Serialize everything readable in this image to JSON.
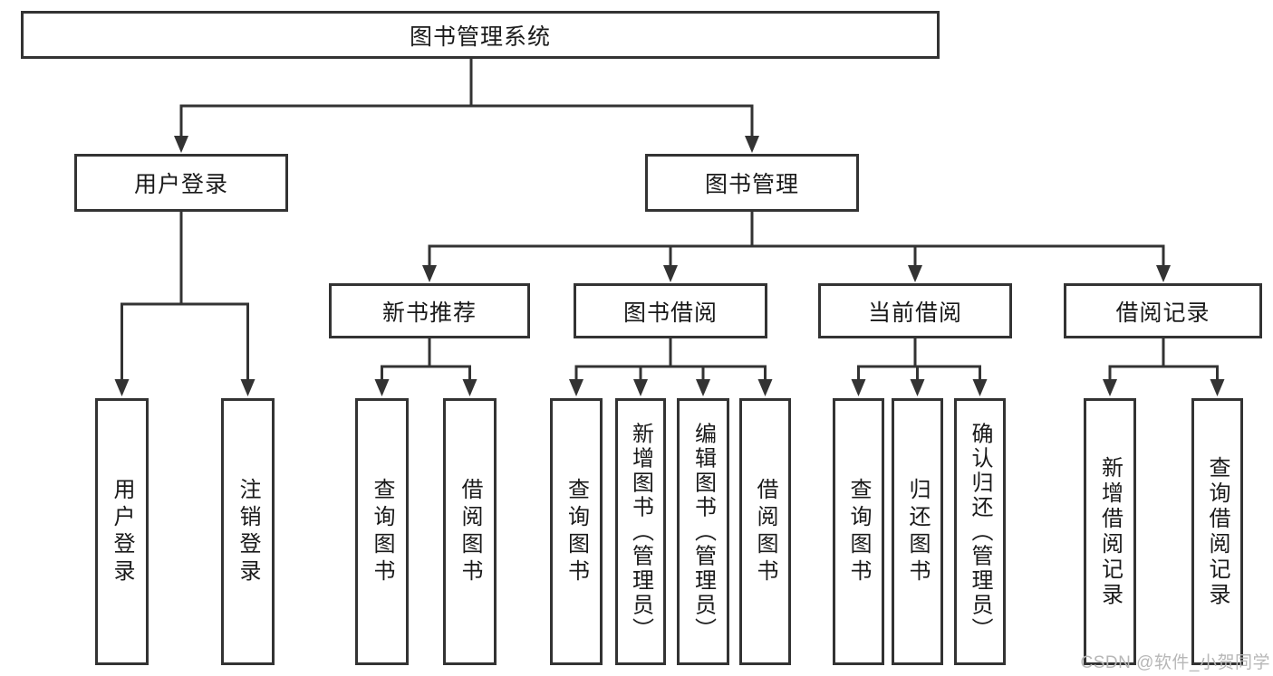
{
  "tree": {
    "root": {
      "label": "图书管理系统"
    },
    "level2": [
      {
        "label": "用户登录",
        "children": [
          {
            "label": "用户登录"
          },
          {
            "label": "注销登录"
          }
        ]
      },
      {
        "label": "图书管理",
        "children": [
          {
            "label": "新书推荐",
            "children": [
              {
                "label": "查询图书"
              },
              {
                "label": "借阅图书"
              }
            ]
          },
          {
            "label": "图书借阅",
            "children": [
              {
                "label": "查询图书"
              },
              {
                "label": "新增图书（管理员）"
              },
              {
                "label": "编辑图书（管理员）"
              },
              {
                "label": "借阅图书"
              }
            ]
          },
          {
            "label": "当前借阅",
            "children": [
              {
                "label": "查询图书"
              },
              {
                "label": "归还图书"
              },
              {
                "label": "确认归还（管理员）"
              }
            ]
          },
          {
            "label": "借阅记录",
            "children": [
              {
                "label": "新增借阅记录"
              },
              {
                "label": "查询借阅记录"
              }
            ]
          }
        ]
      }
    ]
  },
  "watermark": "CSDN @软件_小贺同学",
  "colors": {
    "line": "#333333",
    "box_border": "#333333",
    "box_fill": "#ffffff",
    "text": "#1a1a1a",
    "watermark_text": "#b7b7b7",
    "background": "#ffffff"
  }
}
